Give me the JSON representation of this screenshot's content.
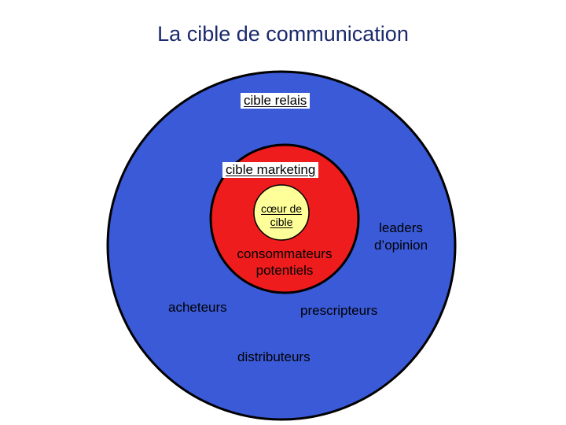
{
  "title": "La cible de communication",
  "colors": {
    "outer": "#3a5ad8",
    "middle": "#ee1c1c",
    "inner": "#ffff99",
    "stroke": "#000000",
    "title": "#1a2a6c"
  },
  "rings": {
    "outer_label": "cible relais",
    "middle_label": "cible marketing",
    "inner_label_line1": "cœur de",
    "inner_label_line2": "cible"
  },
  "labels": {
    "consommateurs_line1": "consommateurs",
    "consommateurs_line2": "potentiels",
    "leaders_line1": "leaders",
    "leaders_line2": "d’opinion",
    "acheteurs": "acheteurs",
    "prescripteurs": "prescripteurs",
    "distributeurs": "distributeurs"
  }
}
